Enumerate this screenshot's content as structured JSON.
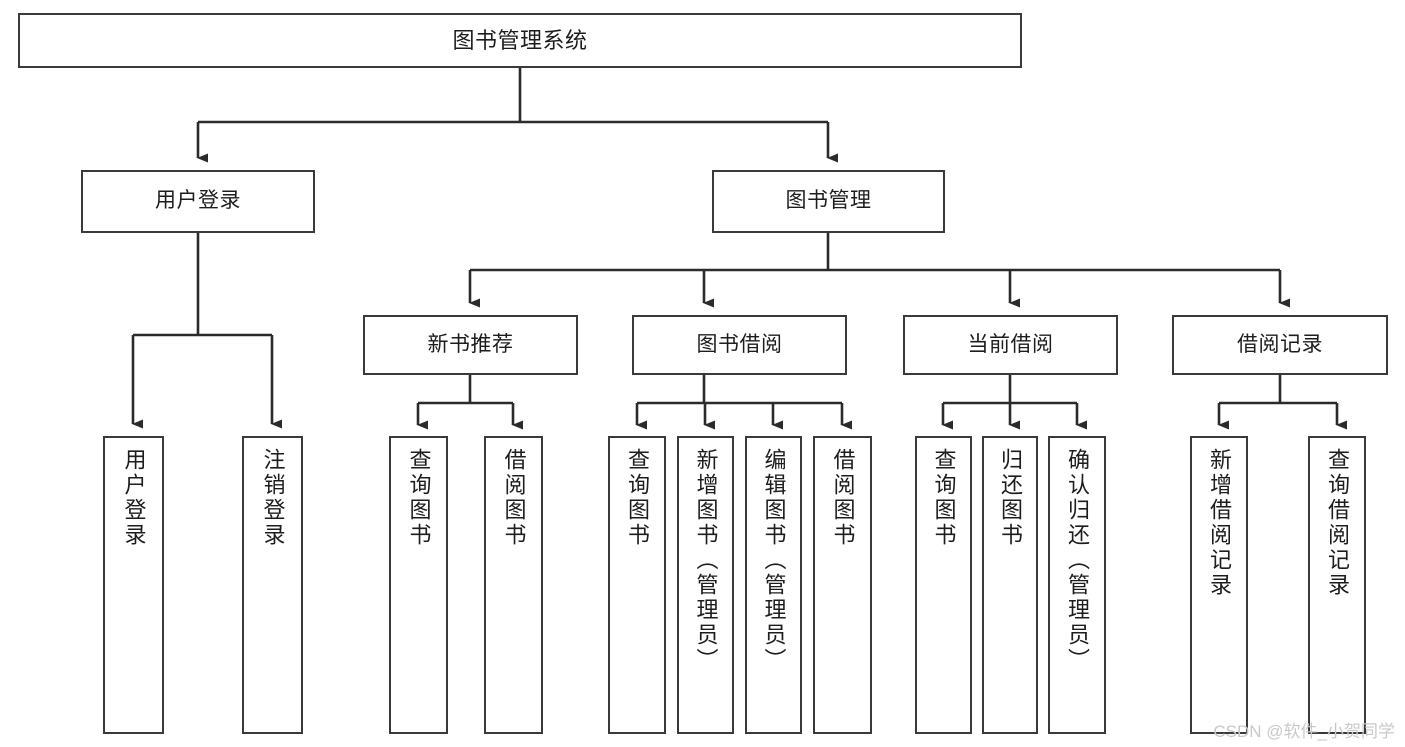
{
  "diagram": {
    "title": "图书管理系统",
    "watermark": "CSDN @软件_小贺同学",
    "type": "tree",
    "levels": 4,
    "colors": {
      "box_border": "#3a3a3a",
      "box_fill": "#ffffff",
      "connector": "#2b2b2b",
      "text": "#1d1d1d",
      "watermark": "#c9c9c9",
      "background": "#ffffff"
    },
    "root": {
      "label": "图书管理系统"
    },
    "level2": [
      {
        "label": "用户登录"
      },
      {
        "label": "图书管理"
      }
    ],
    "level3": [
      {
        "label": "新书推荐"
      },
      {
        "label": "图书借阅"
      },
      {
        "label": "当前借阅"
      },
      {
        "label": "借阅记录"
      }
    ],
    "leaves": {
      "user_login": [
        {
          "label": "用户登录"
        },
        {
          "label": "注销登录"
        }
      ],
      "new_book_recommend": [
        {
          "label": "查询图书"
        },
        {
          "label": "借阅图书"
        }
      ],
      "book_borrow": [
        {
          "label": "查询图书"
        },
        {
          "label": "新增图书（管理员）"
        },
        {
          "label": "编辑图书（管理员）"
        },
        {
          "label": "借阅图书"
        }
      ],
      "current_borrow": [
        {
          "label": "查询图书"
        },
        {
          "label": "归还图书"
        },
        {
          "label": "确认归还（管理员）"
        }
      ],
      "borrow_record": [
        {
          "label": "新增借阅记录"
        },
        {
          "label": "查询借阅记录"
        }
      ]
    }
  }
}
